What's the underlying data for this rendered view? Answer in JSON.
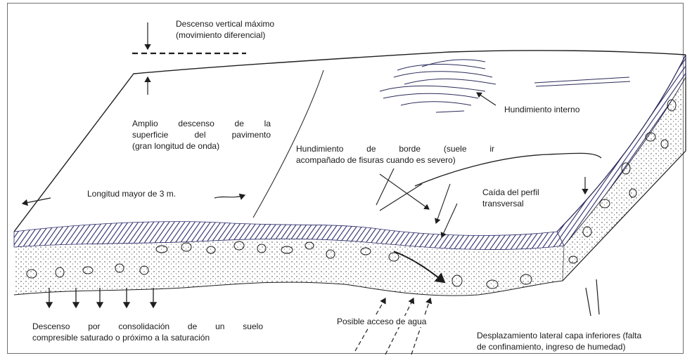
{
  "diagram": {
    "labels": {
      "max_vertical": [
        "Descenso vertical máximo",
        "(movimiento diferencial)"
      ],
      "internal_sink": "Hundimiento interno",
      "broad_sink": [
        "Amplio descenso de la",
        "superficie del pavimento",
        "(gran longitud de onda)"
      ],
      "edge_sink": [
        "Hundimiento de borde (suele ir",
        "acompañado de fisuras cuando es severo)"
      ],
      "length": "Longitud mayor de 3 m.",
      "profile_drop": [
        "Caída del perfil",
        "transversal"
      ],
      "consolidation": [
        "Descenso por consolidación de un suelo",
        "compresible saturado o próximo a la saturación"
      ],
      "water_access": "Posible acceso de agua",
      "lateral": [
        "Desplazamiento lateral capa inferiores (falta",
        "de confinamiento, ingreso de humedad)"
      ]
    },
    "colors": {
      "ink": "#1e1e1e",
      "hatch": "#2a2a6a",
      "frame": "#6f6f6f"
    }
  }
}
